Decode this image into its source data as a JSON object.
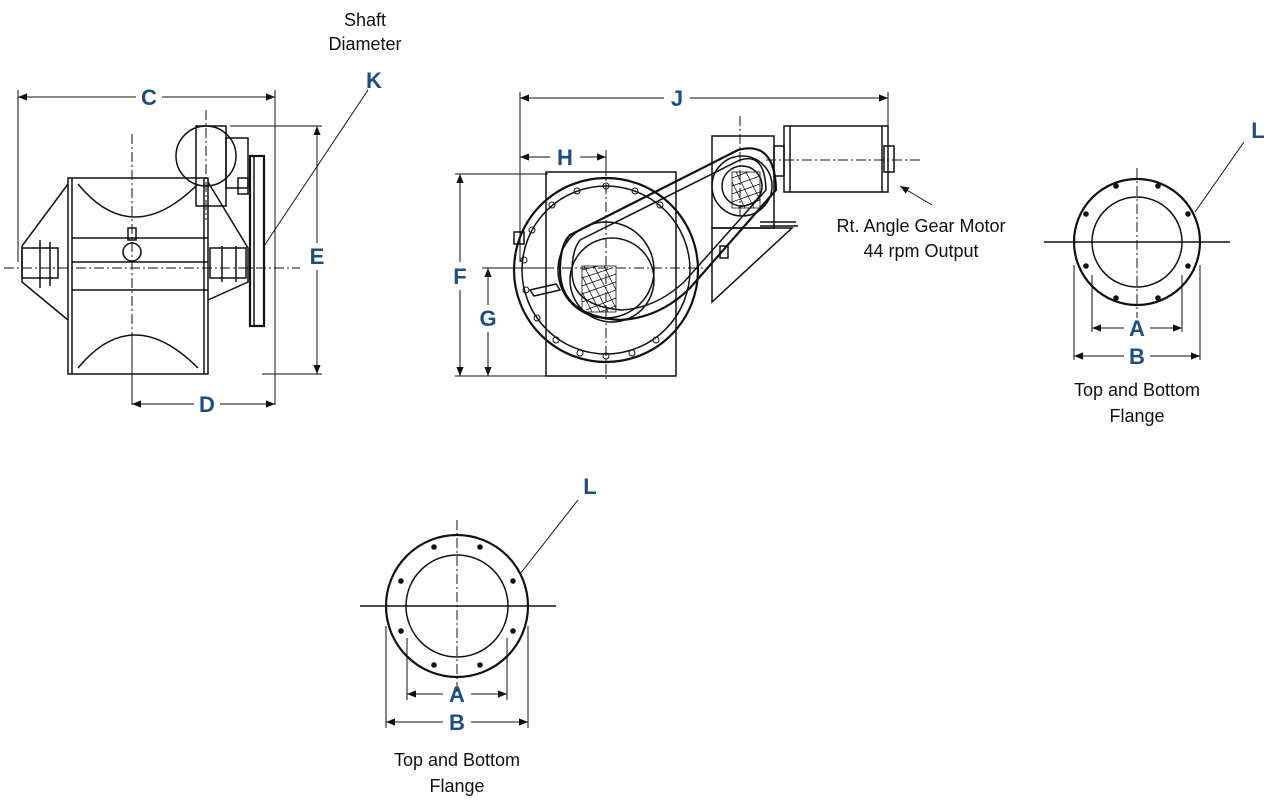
{
  "colors": {
    "accent": "#1f4e79",
    "line": "#111111"
  },
  "labels": {
    "A": "A",
    "B": "B",
    "C": "C",
    "D": "D",
    "E": "E",
    "F": "F",
    "G": "G",
    "H": "H",
    "J": "J",
    "K": "K",
    "L": "L"
  },
  "notes": {
    "shaft_diameter_line1": "Shaft",
    "shaft_diameter_line2": "Diameter",
    "motor_line1": "Rt. Angle Gear Motor",
    "motor_line2": "44 rpm Output",
    "flange_line1": "Top and Bottom",
    "flange_line2": "Flange"
  }
}
